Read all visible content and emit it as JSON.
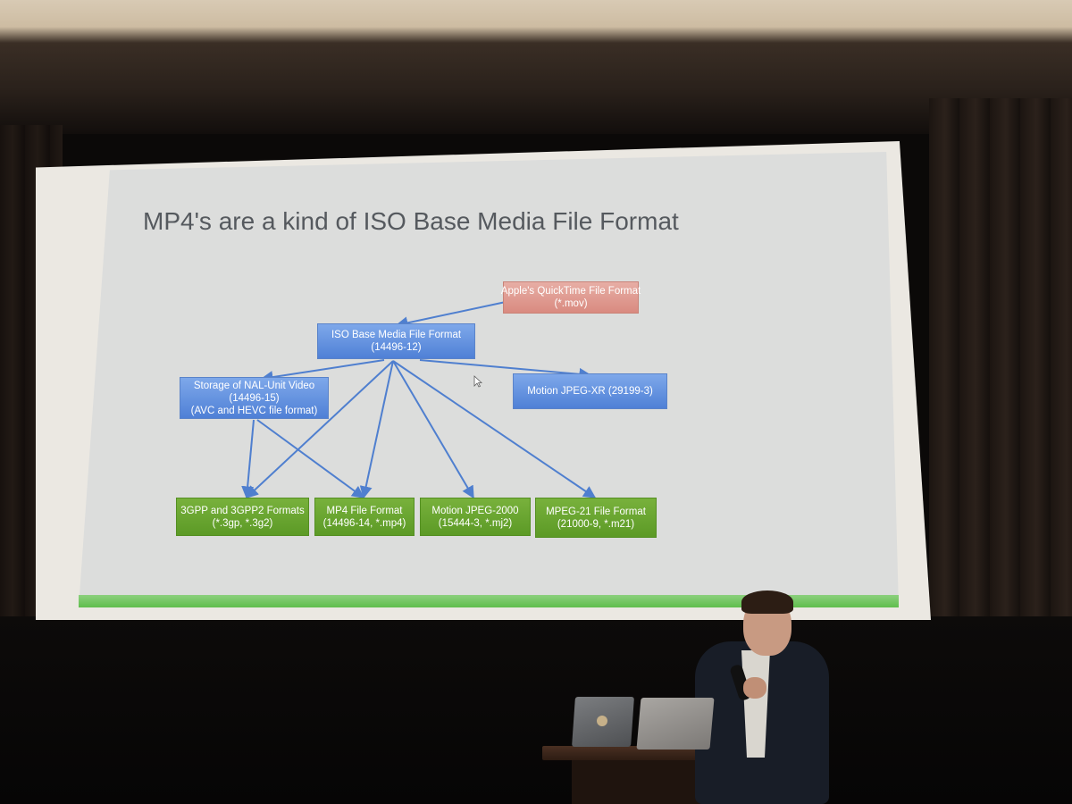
{
  "slide": {
    "title": "MP4's are a kind of ISO Base Media File Format",
    "colors": {
      "blue_box": "#5b8bde",
      "pink_box": "#e09a90",
      "green_box": "#6aa531",
      "accent_strip": "#5fbe4d"
    },
    "nodes": {
      "quicktime": [
        "Apple's QuickTime File Format",
        "(*.mov)"
      ],
      "isobmff": [
        "ISO Base Media File Format",
        "(14496-12)"
      ],
      "nal_unit": [
        "Storage of NAL-Unit Video",
        "(14496-15)",
        "(AVC and HEVC file format)"
      ],
      "mjpeg_xr": [
        "Motion JPEG-XR (29199-3)"
      ],
      "3gpp": [
        "3GPP and 3GPP2 Formats",
        "(*.3gp, *.3g2)"
      ],
      "mp4": [
        "MP4 File Format",
        "(14496-14, *.mp4)"
      ],
      "mjpeg2000": [
        "Motion JPEG-2000",
        "(15444-3, *.mj2)"
      ],
      "mpeg21": [
        "MPEG-21 File Format",
        "(21000-9, *.m21)"
      ]
    },
    "edges": [
      [
        "quicktime",
        "isobmff"
      ],
      [
        "isobmff",
        "nal_unit"
      ],
      [
        "isobmff",
        "mjpeg_xr"
      ],
      [
        "isobmff",
        "3gpp"
      ],
      [
        "isobmff",
        "mp4"
      ],
      [
        "isobmff",
        "mjpeg2000"
      ],
      [
        "isobmff",
        "mpeg21"
      ],
      [
        "nal_unit",
        "3gpp"
      ],
      [
        "nal_unit",
        "mp4"
      ]
    ]
  },
  "scene": {
    "icons": [
      "cursor-icon",
      "laptop-left",
      "laptop-right",
      "speaker",
      "microphone"
    ]
  }
}
